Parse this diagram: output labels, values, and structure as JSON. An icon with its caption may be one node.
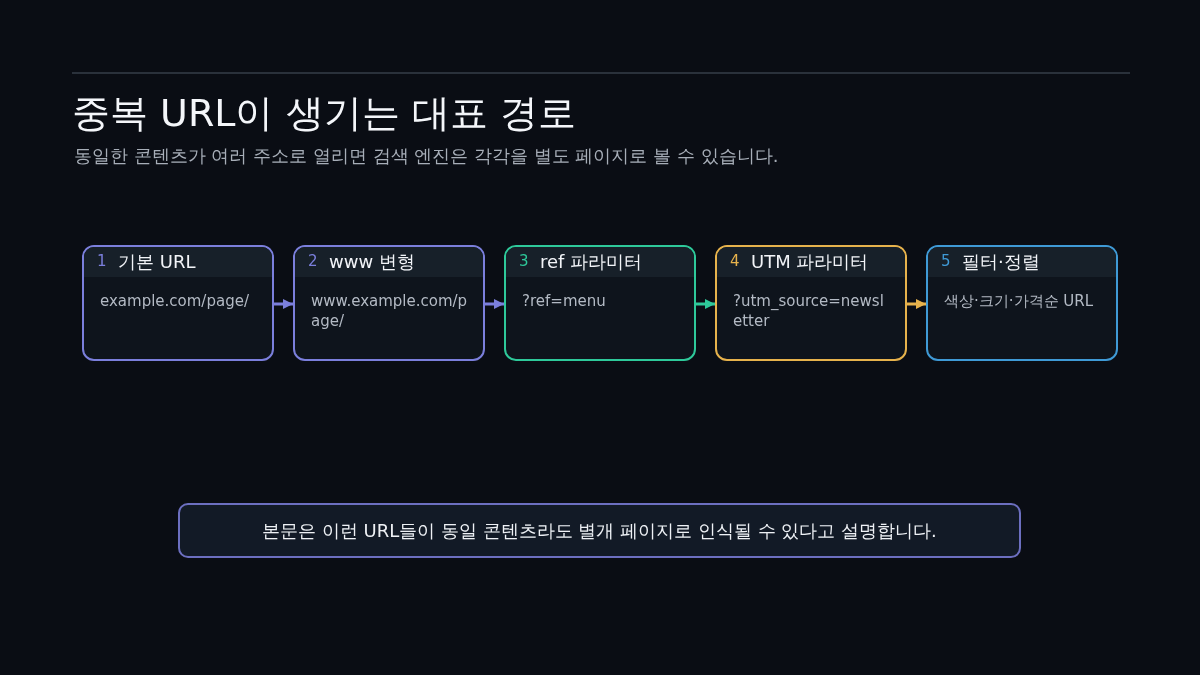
{
  "diagram": {
    "title": "중복 URL이 생기는 대표 경로",
    "nodes": [
      {
        "text": [
          "1",
          "기본 URL",
          "example.com/page/"
        ]
      },
      {
        "text": [
          "2",
          "www 변형",
          "www.example.com/page/"
        ]
      },
      {
        "text": [
          "3",
          "ref 파라미터",
          "?ref=menu"
        ]
      },
      {
        "text": [
          "4",
          "UTM 파라미터",
          "?utm_source=newsletter"
        ]
      },
      {
        "text": [
          "5",
          "필터·정렬",
          "색상·크기·가격순 URL"
        ]
      },
      {
        "text": [
          "본문은 이런 URL들이 동일 콘텐츠라도 별개 페이지로 인식될 수 있다고 설명합니다."
        ]
      }
    ],
    "edges": [
      {
        "from": 0,
        "to": 1,
        "arrow": "to",
        "color": "#7b7fdc"
      },
      {
        "from": 1,
        "to": 2,
        "arrow": "to",
        "color": "#7b7fdc"
      },
      {
        "from": 2,
        "to": 3,
        "arrow": "to",
        "color": "#2ec99a"
      },
      {
        "from": 3,
        "to": 4,
        "arrow": "to",
        "color": "#e6b24c"
      }
    ],
    "labels": [
      "동일한 콘텐츠가 여러 주소로 열리면 검색 엔진은 각각을 별도 페이지로 볼 수 있습니다."
    ]
  }
}
